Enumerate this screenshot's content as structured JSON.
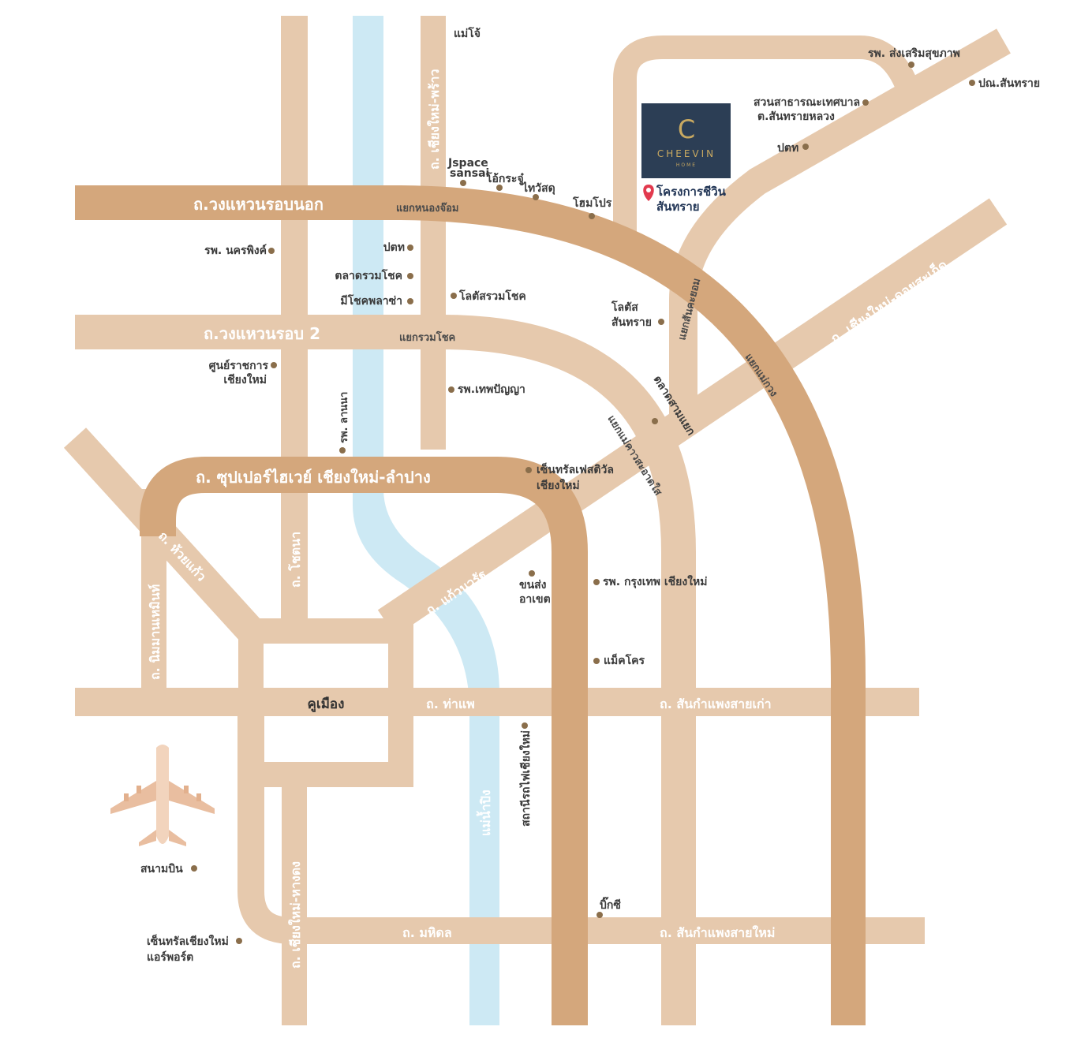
{
  "colors": {
    "minor_road": "#e6c9ad",
    "major_road": "#d4a77c",
    "river": "#cde9f4",
    "poi_dot": "#8a6e4b",
    "logo_bg": "#2c3e55",
    "logo_gold": "#c9a961",
    "pin": "#e23a4e"
  },
  "roads": {
    "outer_ring": "ถ.วงแหวนรอบนอก",
    "ring2": "ถ.วงแหวนรอบ 2",
    "superhighway": "ถ. ซุปเปอร์ไฮเวย์ เชียงใหม่-ลำปาง",
    "chiangmai_phrao": "ถ. เชียงใหม่-พร้าว",
    "chiangmai_doisaket": "ถ. เชียงใหม่-ดอยสะเก็ด",
    "huay_kaew": "ถ. ห้วยแก้ว",
    "nimman": "ถ. นิมมานเหมินท์",
    "chotana": "ถ. โชตนา",
    "kaew_nawarat": "ถ. แก้วนวรัฐ",
    "tha_phae": "ถ. ท่าแพ",
    "sankamphaeng_old": "ถ. สันกำแพงสายเก่า",
    "mahidol": "ถ. มหิดล",
    "sankamphaeng_new": "ถ. สันกำแพงสายใหม่",
    "chiangmai_hangdong": "ถ. เชียงใหม่-หางดง"
  },
  "junctions": {
    "nong_chom": "แยกหนองจ๊อม",
    "ruam_chok": "แยกรวมโชค",
    "san_kha_yom": "แยกสันคะยอม",
    "mae_kuang": "แยกแม่กวง",
    "mae_kao_sa_at_sai": "แยกแม่คาวสะอาดใส"
  },
  "river": "แม่น้ำปิง",
  "moat": "คูเมือง",
  "project": {
    "line1": "โครงการชีวิน",
    "line2": "สันทราย",
    "logo_name": "CHEEVIN",
    "logo_sub": "HOME",
    "logo_mark": "C"
  },
  "pois": {
    "maejo": "แม่โจ้",
    "ssh_hospital": "รพ. ส่งเสริมสุขภาพ",
    "pon_sansai": "ปณ.สันทราย",
    "park_line1": "สวนสาธารณะเทศบาล",
    "park_line2": "ต.สันทรายหลวง",
    "ptt_north": "ปตท",
    "jspace_line1": "Jspace",
    "jspace_line2": "sansai",
    "okrajoo": "โอ้กระจู๋",
    "thai_watsadu": "ไทวัสดุ",
    "homepro": "โฮมโปร",
    "nakornping_hospital": "รพ. นครพิงค์",
    "ptt": "ปตท",
    "ruamchok_market": "ตลาดรวมโชค",
    "meechok_plaza": "มีโชคพลาซ่า",
    "lotus_ruamchok": "โลตัสรวมโชค",
    "lotus_sansai_line1": "โลตัส",
    "lotus_sansai_line2": "สันทราย",
    "gov_center_line1": "ศูนย์ราชการ",
    "gov_center_line2": "เชียงใหม่",
    "theppanya": "รพ.เทพปัญญา",
    "san_yaek_market": "ตลาดสามแยก",
    "lanna_hospital": "รพ. ลานนา",
    "central_festival_line1": "เซ็นทรัลเฟสติวัล",
    "central_festival_line2": "เชียงใหม่",
    "bus_station_line1": "ขนส่ง",
    "bus_station_line2": "อาเขต",
    "bangkok_hospital": "รพ. กรุงเทพ เชียงใหม่",
    "makro": "แม็คโคร",
    "railway_station": "สถานีรถไฟเชียงใหม่",
    "airport": "สนามบิน",
    "big_c": "บิ๊กซี",
    "central_airport_line1": "เซ็นทรัลเชียงใหม่",
    "central_airport_line2": "แอร์พอร์ต"
  }
}
